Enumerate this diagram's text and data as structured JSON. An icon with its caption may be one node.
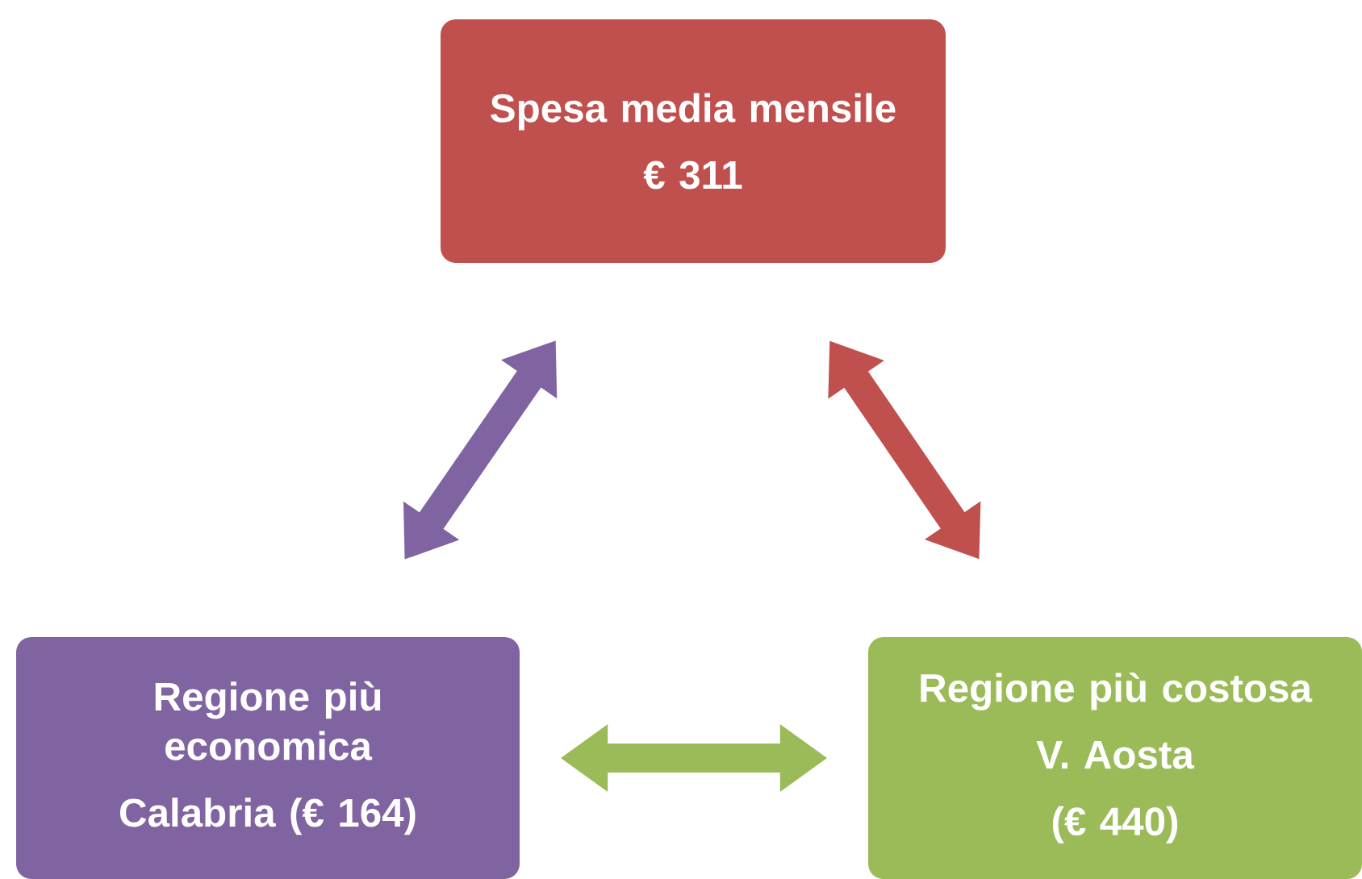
{
  "diagram": {
    "nodes": [
      {
        "text": [
          "Spesa media mensile",
          "€ 311"
        ]
      },
      {
        "text": [
          "Regione più economica",
          "Calabria (€ 164)"
        ]
      },
      {
        "text": [
          "Regione più costosa",
          "V. Aosta",
          "(€ 440)"
        ]
      }
    ],
    "edges": [
      {
        "from": 1,
        "to": 0,
        "arrow": "both",
        "color": "#8064a2"
      },
      {
        "from": 0,
        "to": 2,
        "arrow": "both",
        "color": "#c0504d"
      },
      {
        "from": 1,
        "to": 2,
        "arrow": "both",
        "color": "#9bbb59"
      }
    ]
  }
}
